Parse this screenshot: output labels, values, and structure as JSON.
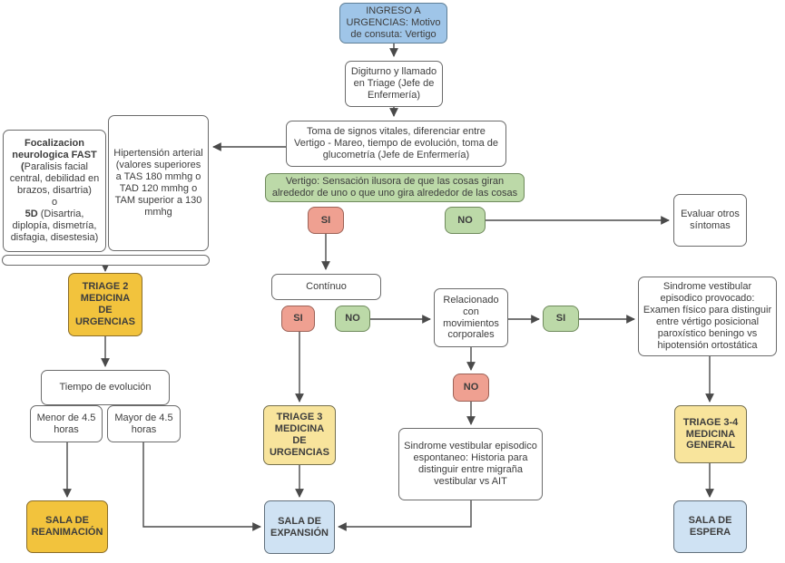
{
  "flowchart": {
    "nodes": {
      "ingreso": "INGRESO A URGENCIAS: Motivo de consuta: Vertigo",
      "digiturno": "Digiturno y llamado en Triage (Jefe de Enfermería)",
      "toma_signos": "Toma de signos vitales, diferenciar entre Vertigo - Mareo, tiempo de evolución, toma de glucometría (Jefe de Enfermería)",
      "vertigo_banner": "Vertigo: Sensación ilusora de que las cosas giran alrededor de uno o que uno gira alrededor de las cosas",
      "si_1": "SI",
      "no_1": "NO",
      "evaluar_otros": "Evaluar otros síntomas",
      "focalizacion": {
        "bold_1": "Focalizacion neurologica  FAST (",
        "text_1": "Paralisis facial central, debilidad en brazos, disartria)",
        "text_o": "o",
        "bold_2": "5D",
        "text_2": " (Disartria, diplopía, dismetría, disfagia, disestesia)"
      },
      "hipertension": "Hipertensión arterial (valores superiores a TAS 180 mmhg o TAD 120 mmhg o TAM superior a 130 mmhg",
      "triage_2": "TRIAGE 2 MEDICINA DE URGENCIAS",
      "continuo": "Contínuo",
      "si_2": "SI",
      "no_2": "NO",
      "relacionado": "Relacionado con movimientos corporales",
      "si_3": "SI",
      "no_3": "NO",
      "provocado": "Sindrome vestibular episodico provocado: Examen físico para distinguir entre vértigo posicional paroxístico beningo vs hipotensión ortostática",
      "tiempo_evolucion": "Tiempo de evolución",
      "menor": "Menor  de 4.5 horas",
      "mayor": "Mayor de 4.5 horas",
      "triage_3": "TRIAGE 3 MEDICINA DE URGENCIAS",
      "espontaneo": "Sindrome vestibular episodico espontaneo: Historia para distinguir entre migraña vestibular vs AIT",
      "triage_3_4": "TRIAGE 3-4 MEDICINA GENERAL",
      "sala_reanimacion": "SALA DE REANIMACIÓN",
      "sala_expansion": "SALA DE EXPANSIÓN",
      "sala_espera": "SALA DE ESPERA"
    },
    "colors": {
      "ingreso_blue": "#9fc5e8",
      "sala_blue": "#cfe2f3",
      "decision_green": "#bcd9a8",
      "decision_pink": "#efa091",
      "triage_gold": "#f2c33d",
      "triage_yellow": "#f8e49c"
    }
  }
}
